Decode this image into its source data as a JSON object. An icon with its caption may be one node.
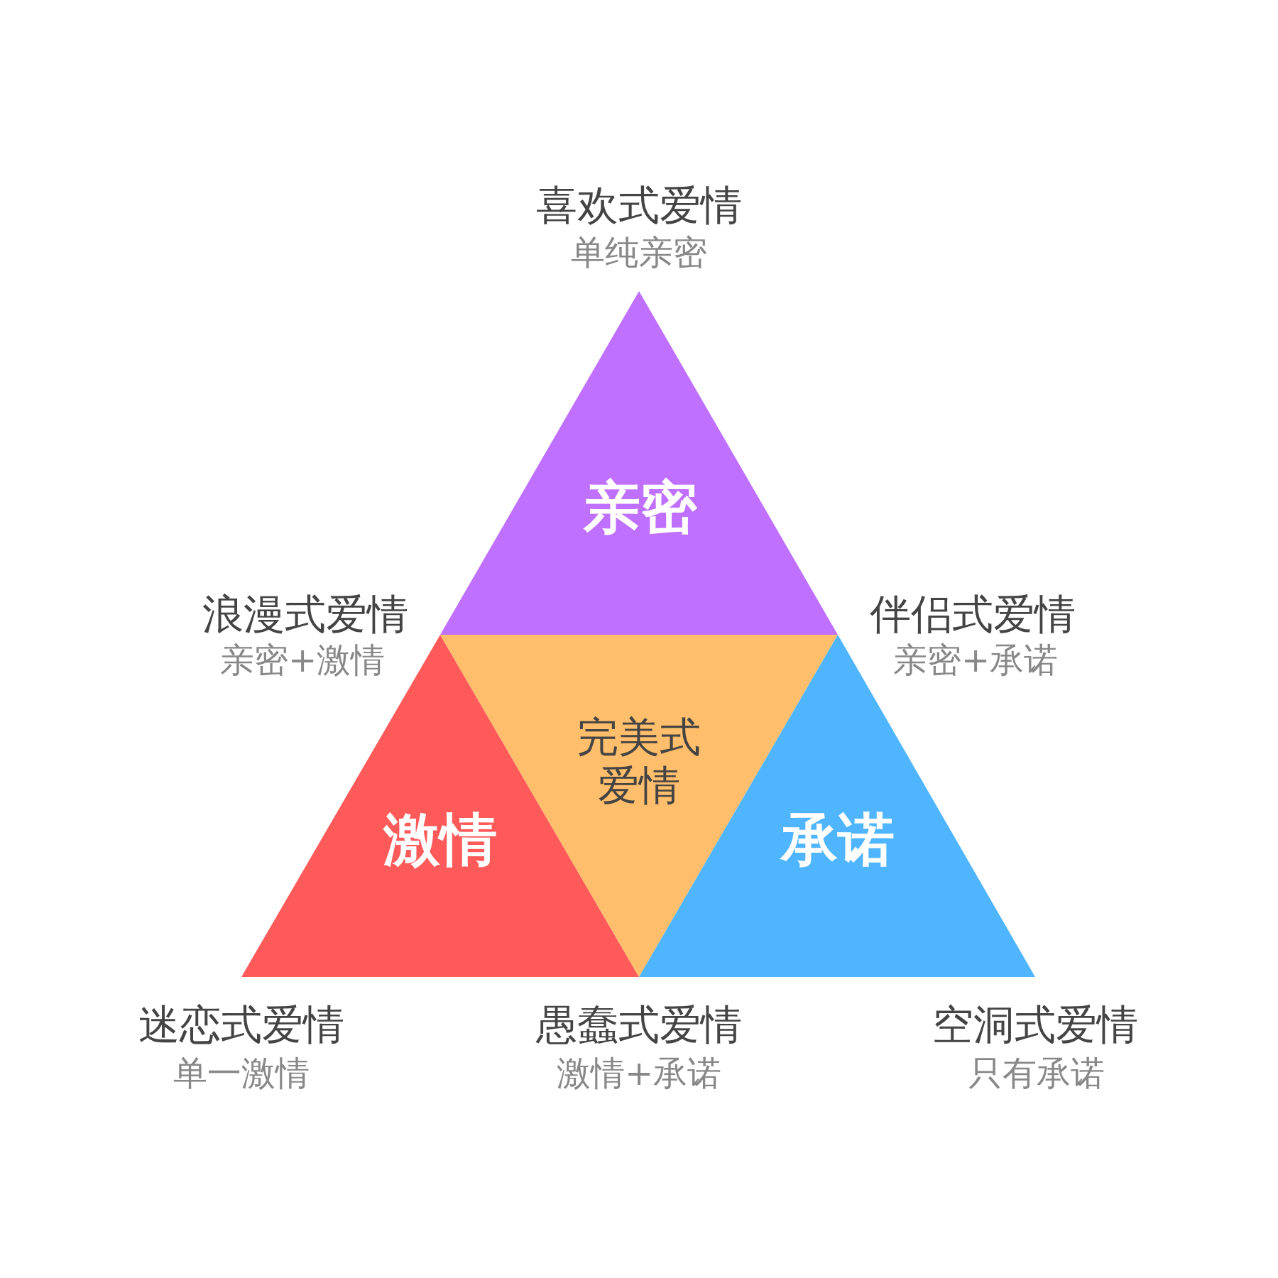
{
  "diagram": {
    "nodes": [
      {
        "text": [
          "亲密"
        ],
        "beside": [
          "喜欢式爱情",
          "单纯亲密"
        ]
      },
      {
        "text": [
          "激情"
        ],
        "beside": [
          "迷恋式爱情",
          "单一激情"
        ]
      },
      {
        "text": [
          "完美式爱情"
        ]
      },
      {
        "text": [
          "承诺"
        ],
        "beside": [
          "空洞式爱情",
          "只有承诺"
        ]
      }
    ],
    "labels": [
      "浪漫式爱情",
      "亲密+激情",
      "伴侣式爱情",
      "亲密+承诺",
      "愚蠢式爱情",
      "激情+承诺"
    ]
  }
}
